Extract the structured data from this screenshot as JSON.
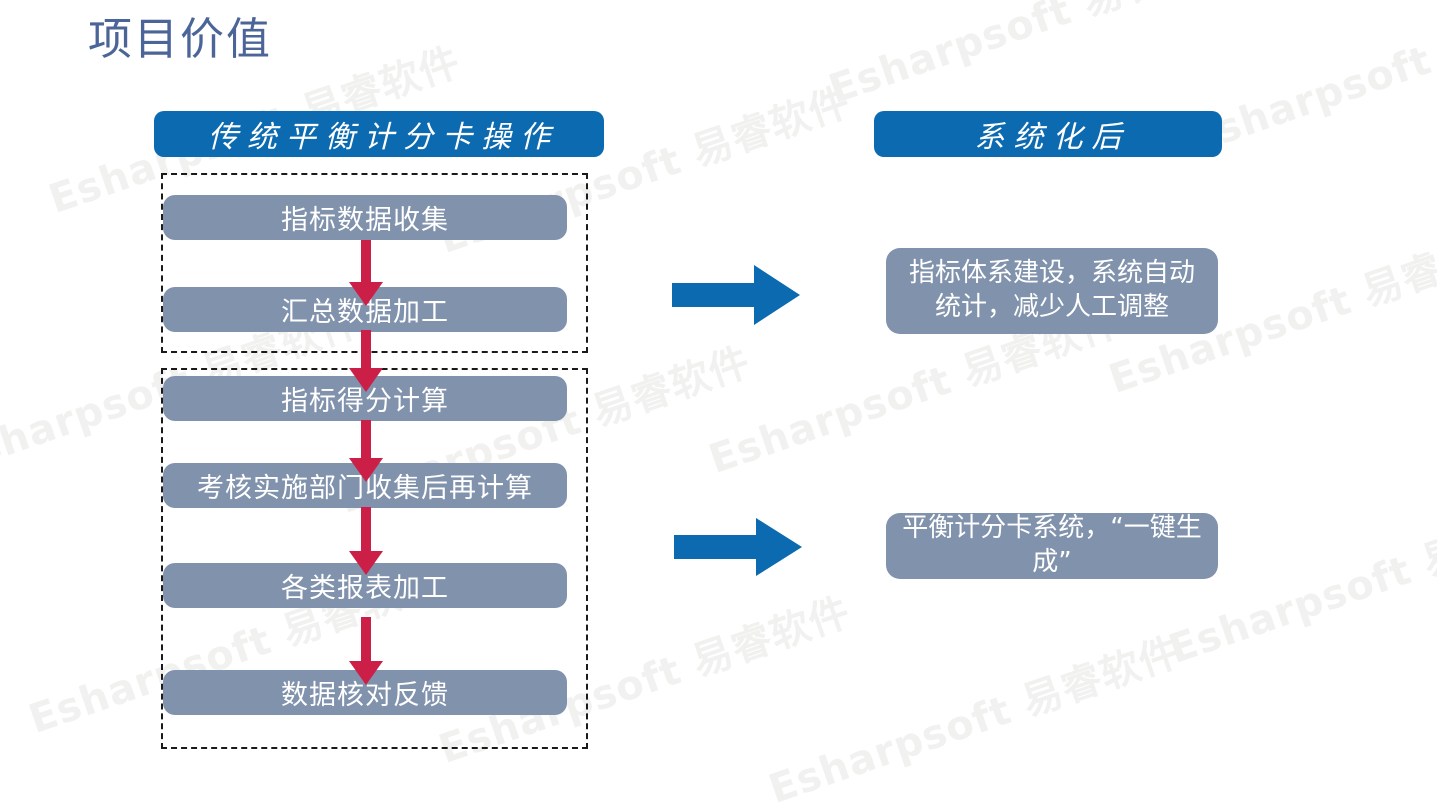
{
  "slide": {
    "title": "项目价值",
    "background": "#ffffff"
  },
  "colors": {
    "title": "#4c6598",
    "pill": "#0b6ab0",
    "process_box": "#8192ac",
    "down_arrow": "#cc1f48",
    "block_arrow": "#0b6ab0",
    "dashed_border": "#1a1a1a",
    "watermark": "#f1f1ef"
  },
  "columns": {
    "left": {
      "header": "传统平衡计分卡操作",
      "groups": [
        {
          "steps": [
            {
              "label": "指标数据收集"
            },
            {
              "label": "汇总数据加工"
            }
          ]
        },
        {
          "steps": [
            {
              "label": "指标得分计算"
            },
            {
              "label": "考核实施部门收集后再计算"
            },
            {
              "label": "各类报表加工"
            },
            {
              "label": "数据核对反馈"
            }
          ]
        }
      ]
    },
    "right": {
      "header": "系统化后",
      "results": [
        {
          "label": "指标体系建设，系统自动统计，减少人工调整"
        },
        {
          "label": "平衡计分卡系统，“一键生成”"
        }
      ]
    }
  },
  "arrows": {
    "block_arrow_icon": "right-block-arrow-icon",
    "down_arrow_icon": "down-arrow-icon",
    "count_block": 2,
    "count_down": 5
  },
  "watermark": {
    "text": "Esharpsoft 易睿软件",
    "rotation_deg": -19
  }
}
